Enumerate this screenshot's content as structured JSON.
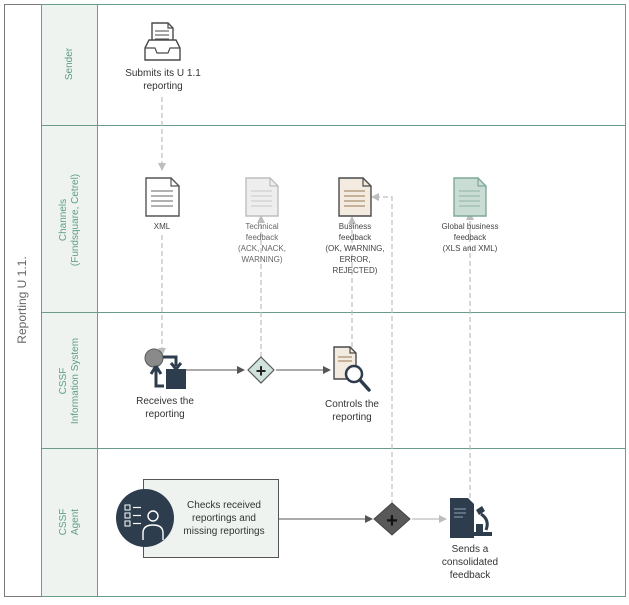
{
  "pool": {
    "label": "Reporting U 1.1."
  },
  "lanes": [
    {
      "label": "Sender"
    },
    {
      "label_lines": [
        "Channels",
        "(Fundsquare, Cetrel)"
      ]
    },
    {
      "label_lines": [
        "CSSF",
        "Information System"
      ]
    },
    {
      "label_lines": [
        "CSSF",
        "Agent"
      ]
    }
  ],
  "sender": {
    "caption_lines": [
      "Submits its U 1.1",
      "reporting"
    ]
  },
  "channels": {
    "xml": {
      "label": "XML"
    },
    "technical": {
      "lines": [
        "Technical",
        "feedback",
        "(ACK, NACK,",
        "WARNING)"
      ]
    },
    "business": {
      "lines": [
        "Business",
        "feedback",
        "(OK, WARNING,",
        "ERROR,",
        "REJECTED)"
      ]
    },
    "global": {
      "lines": [
        "Global business",
        "feedback",
        "(XLS and XML)"
      ]
    }
  },
  "system": {
    "receives": {
      "lines": [
        "Receives the",
        "reporting"
      ]
    },
    "controls": {
      "lines": [
        "Controls the",
        "reporting"
      ]
    },
    "gateway_symbol": "+"
  },
  "agent": {
    "checks": {
      "lines": [
        "Checks received",
        "reportings and",
        "missing reportings"
      ]
    },
    "sends": {
      "lines": [
        "Sends a",
        "consolidated",
        "feedback"
      ]
    },
    "gateway_symbol": "+"
  },
  "colors": {
    "lane_fill": "#eef3ef",
    "border": "#6a9c88",
    "lane_text": "#5f9e8a",
    "icon_dark": "#2e3d4d",
    "gateway_grey": "#595959",
    "gateway_light": "#cfe3dc"
  }
}
